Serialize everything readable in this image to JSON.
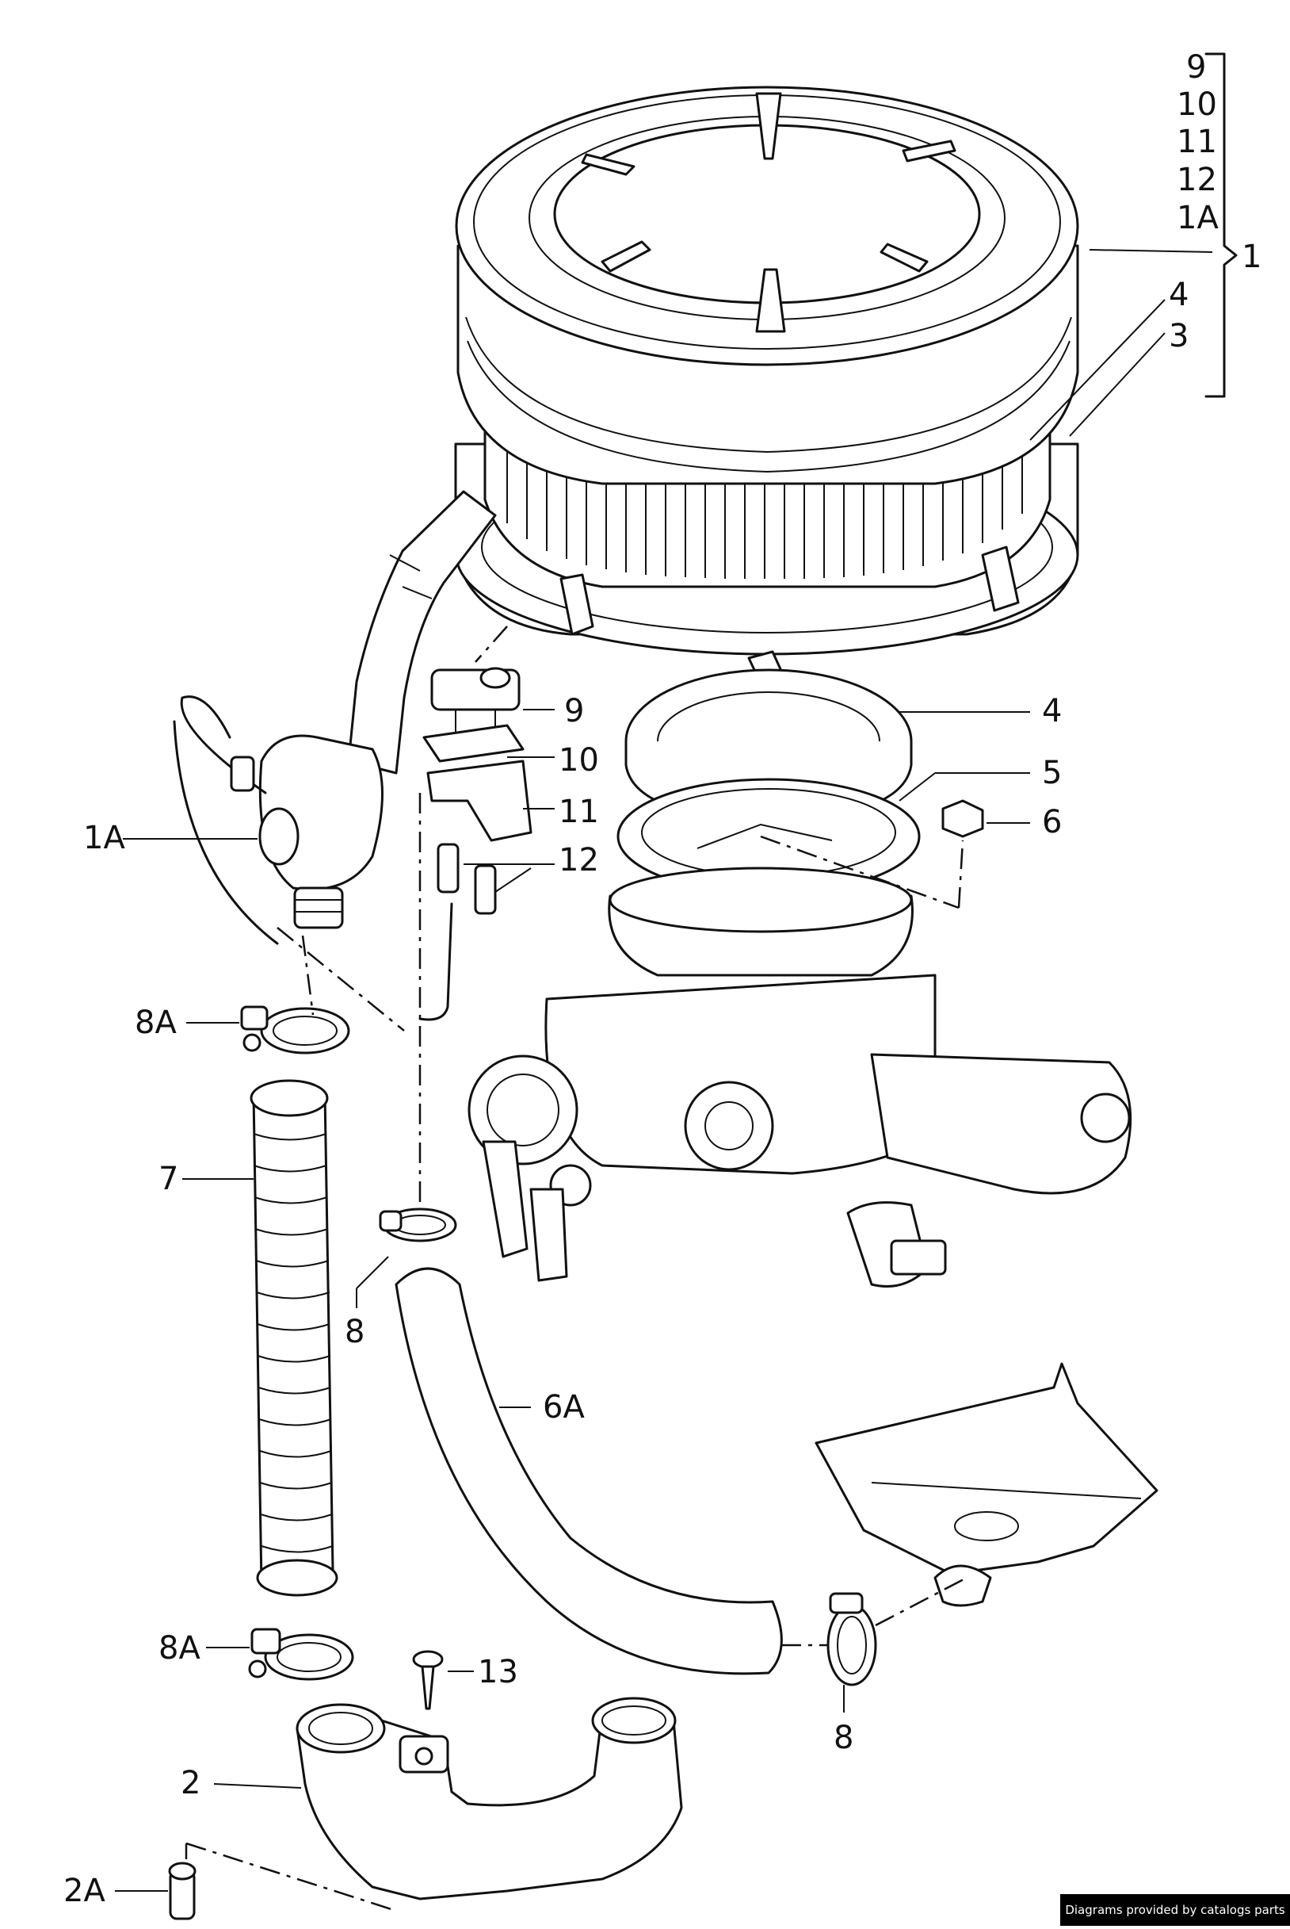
{
  "labels": {
    "l9_top": "9",
    "l10_top": "10",
    "l11_top": "11",
    "l12_top": "12",
    "l1a_top": "1A",
    "l1": "1",
    "l4_top": "4",
    "l3": "3",
    "l9": "9",
    "l10": "10",
    "l11": "11",
    "l12": "12",
    "l4": "4",
    "l5": "5",
    "l6": "6",
    "l1a": "1A",
    "l8a_top": "8A",
    "l7": "7",
    "l8_left": "8",
    "l6a": "6A",
    "l8a_bottom": "8A",
    "l13": "13",
    "l2": "2",
    "l8_right": "8",
    "l2a": "2A"
  },
  "credit": "Diagrams provided by catalogs parts"
}
